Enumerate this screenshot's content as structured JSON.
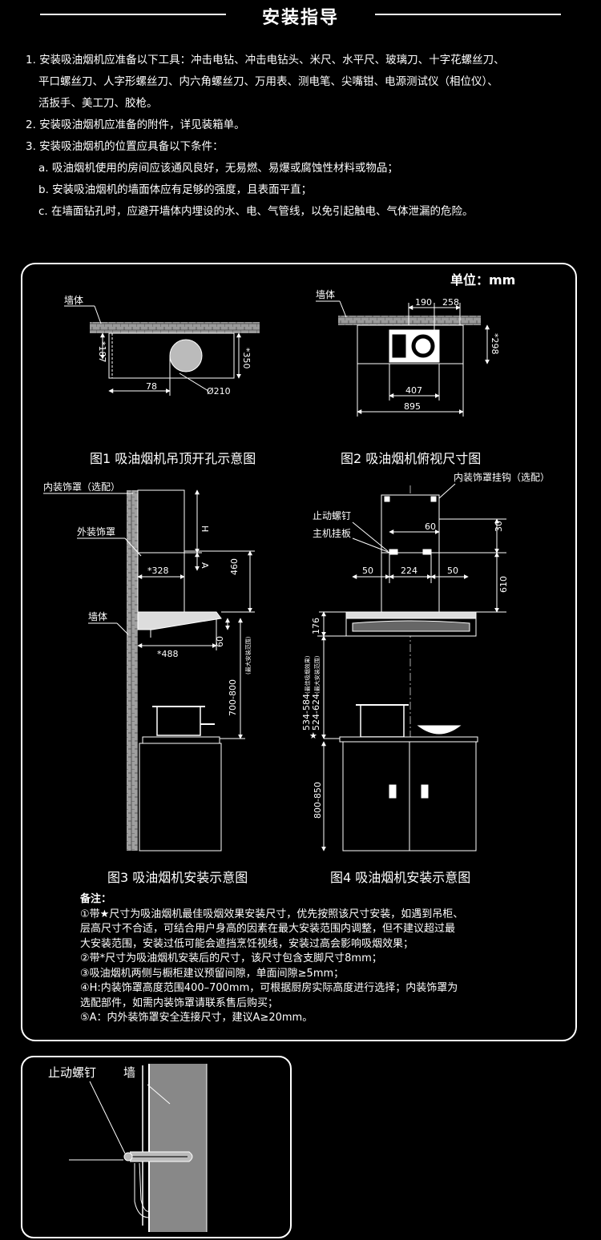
{
  "header": {
    "title": "安装指导"
  },
  "intro": [
    "1. 安装吸油烟机应准备以下工具：冲击电钻、冲击电钻头、米尺、水平尺、玻璃刀、十字花螺丝刀、",
    "平口螺丝刀、人字形螺丝刀、内六角螺丝刀、万用表、测电笔、尖嘴钳、电源测试仪（相位仪）、",
    "活扳手、美工刀、胶枪。",
    "2. 安装吸油烟机应准备的附件，详见装箱单。",
    "3. 安装吸油烟机的位置应具备以下条件：",
    "a. 吸油烟机使用的房间应该通风良好，无易燃、易爆或腐蚀性材料或物品；",
    "b. 安装吸油烟机的墙面体应有足够的强度，且表面平直；",
    "c. 在墙面钻孔时，应避开墙体内埋设的水、电、气管线，以免引起触电、气体泄漏的危险。"
  ],
  "unit": "单位：mm",
  "fig1": {
    "caption": "图1 吸油烟机吊顶开孔示意图",
    "wall": "墙体",
    "d187": "*187",
    "d350": "*350",
    "d78": "78",
    "d210": "Ø210"
  },
  "fig2": {
    "caption": "图2 吸油烟机俯视尺寸图",
    "wall": "墙体",
    "d190": "190",
    "d258": "258",
    "d298": "*298",
    "d407": "407",
    "d895": "895"
  },
  "fig3": {
    "caption": "图3 吸油烟机安装示意图",
    "inner": "内装饰罩（选配）",
    "outer": "外装饰罩",
    "wall": "墙体",
    "H": "H",
    "A": "A",
    "d328": "*328",
    "d460": "460",
    "d488": "*488",
    "d60": "60",
    "d700": "700-800",
    "range": "(最大安装范围)"
  },
  "fig4": {
    "caption": "图4 吸油烟机安装示意图",
    "hook": "内装饰罩挂钩（选配）",
    "screw": "止动螺钉",
    "plate": "主机挂板",
    "d60": "60",
    "d30": "30",
    "d50a": "50",
    "d224": "224",
    "d50b": "50",
    "d610": "610",
    "d176": "176",
    "d534": "534-584",
    "best": "(最佳吸烟效果)",
    "d524": "524-624",
    "maxr": "(最大安装范围)",
    "star": "★",
    "d800": "800-850"
  },
  "notes": [
    "备注：",
    "①带★尺寸为吸油烟机最佳吸烟效果安装尺寸，优先按照该尺寸安装，如遇到吊柜、",
    "层高尺寸不合适，可结合用户身高的因素在最大安装范围内调整，但不建议超过最",
    "大安装范围，安装过低可能会遮挡烹饪视线，安装过高会影响吸烟效果；",
    "②带*尺寸为吸油烟机安装后的尺寸，该尺寸包含支脚尺寸8mm；",
    "③吸油烟机两侧与橱柜建议预留间隙，单面间隙≥5mm；",
    "④H:内装饰罩高度范围400–700mm，可根据厨房实际高度进行选择；内装饰罩为",
    "选配部件，如需内装饰罩请联系售后购买；",
    "⑤A：内外装饰罩安全连接尺寸，建议A≥20mm。"
  ],
  "detail": {
    "screw": "止动螺钉",
    "wall": "墙"
  }
}
